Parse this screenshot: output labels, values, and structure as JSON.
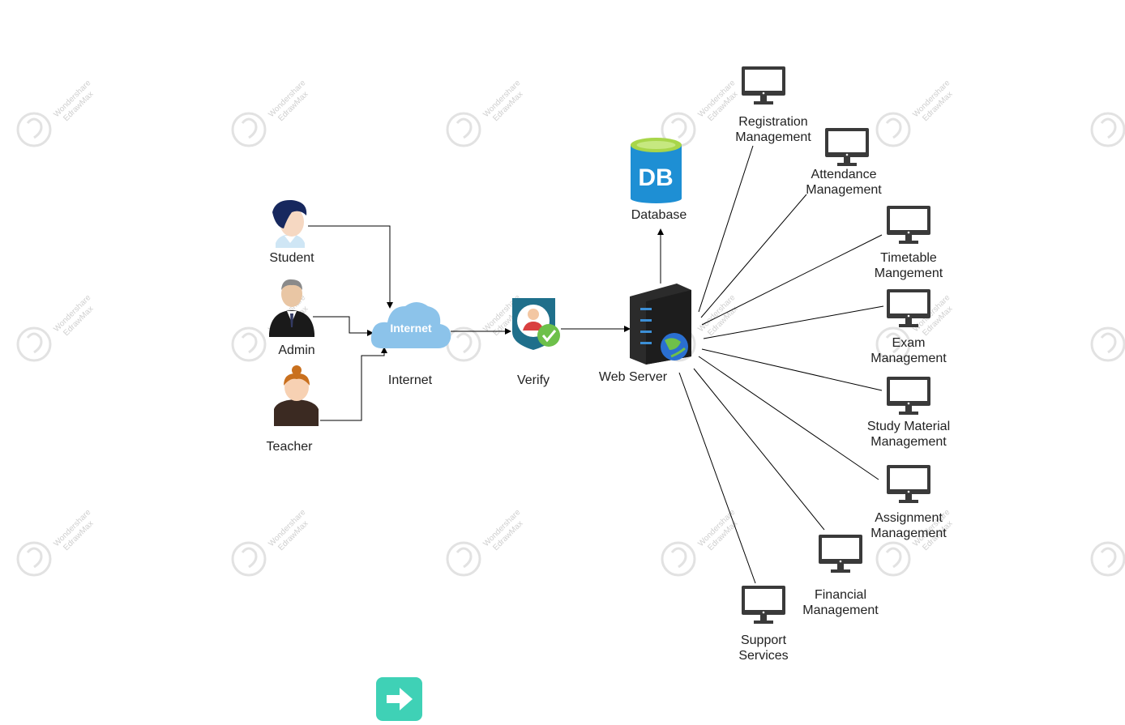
{
  "watermark": {
    "line1": "Wondershare",
    "line2": "EdrawMax"
  },
  "actors": {
    "student": "Student",
    "admin": "Admin",
    "teacher": "Teacher"
  },
  "cloud": {
    "inner_text": "Internet",
    "label": "Internet"
  },
  "verify": {
    "label": "Verify"
  },
  "database": {
    "icon_text": "DB",
    "label": "Database"
  },
  "server": {
    "label": "Web Server"
  },
  "modules": {
    "registration": [
      "Registration",
      "Management"
    ],
    "attendance": [
      "Attendance",
      "Management"
    ],
    "timetable": [
      "Timetable",
      "Mangement"
    ],
    "exam": [
      "Exam",
      "Management"
    ],
    "study": [
      "Study Material",
      "Management"
    ],
    "assignment": [
      "Assignment",
      "Management"
    ],
    "financial": [
      "Financial",
      "Management"
    ],
    "support": [
      "Support",
      "Services"
    ]
  },
  "colors": {
    "cloud": "#8cc3ea",
    "db_body": "#1e8fd4",
    "db_top": "#a8d64a",
    "shield": "#1f6f8b",
    "check": "#6dc04a",
    "monitor": "#3a3a3a",
    "server": "#2b2b2b",
    "next_button": "#3fd1b6"
  },
  "icons": {
    "student": "student-avatar-icon",
    "admin": "admin-avatar-icon",
    "teacher": "teacher-avatar-icon",
    "cloud": "cloud-icon",
    "verify": "verify-shield-icon",
    "database": "database-icon",
    "server": "server-icon",
    "monitor": "monitor-icon",
    "next": "arrow-right-icon"
  }
}
